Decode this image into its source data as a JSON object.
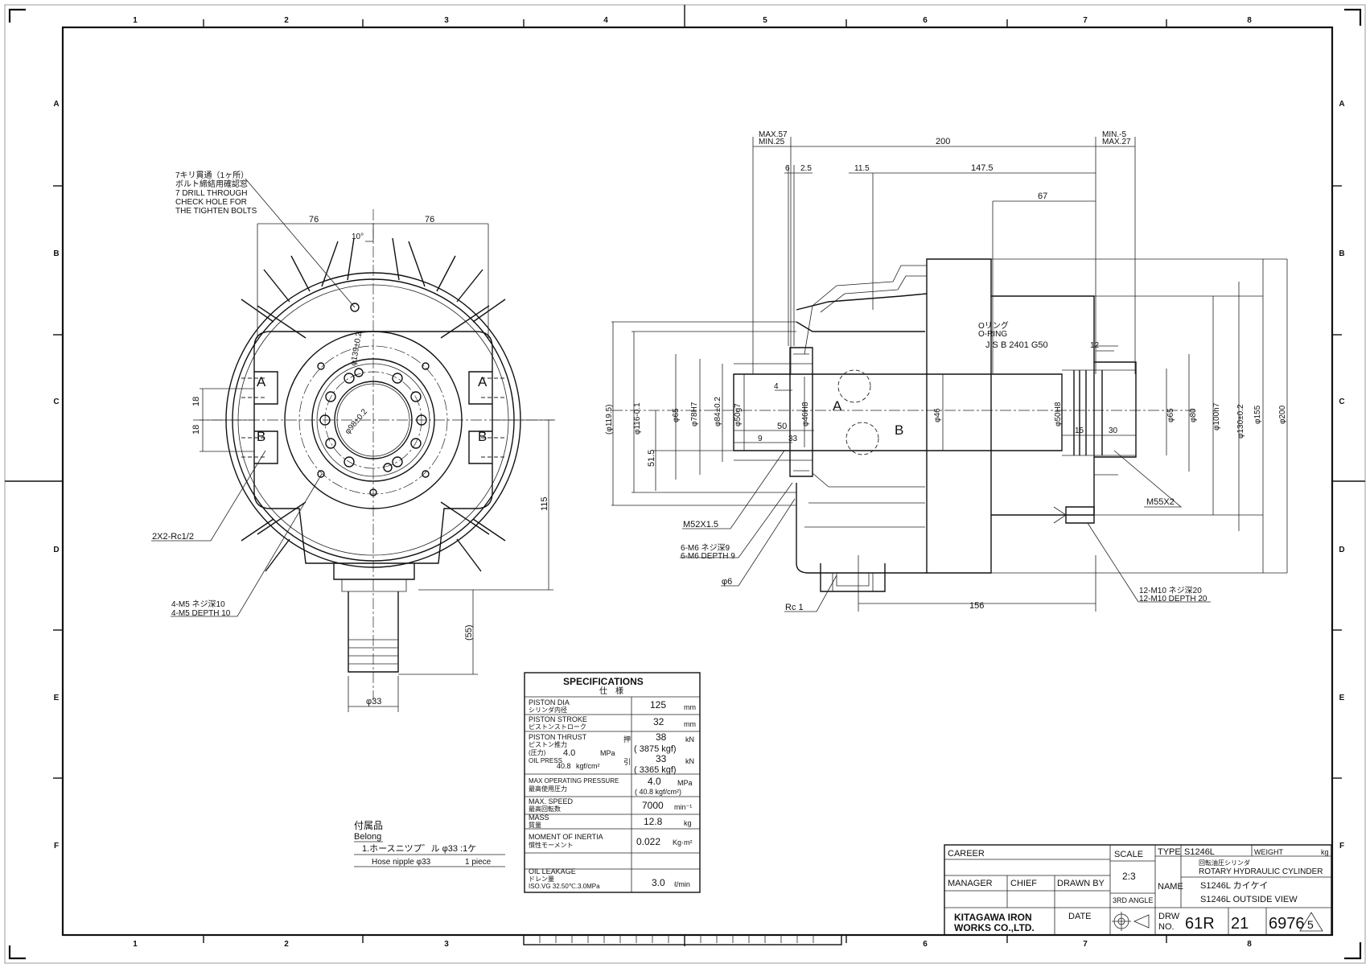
{
  "border": {
    "columns": [
      "1",
      "2",
      "3",
      "4",
      "5",
      "6",
      "7",
      "8"
    ],
    "rows": [
      "A",
      "B",
      "C",
      "D",
      "E",
      "F"
    ]
  },
  "front_view": {
    "check_hole_note": [
      "7キリ貫通（1ヶ所）",
      "ボルト締結用確認窓",
      "7 DRILL THROUGH",
      "CHECK HOLE FOR",
      "THE TIGHTEN BOLTS"
    ],
    "dim_76_left": "76",
    "dim_76_right": "76",
    "angle": "10°",
    "bolt_circle": "φ139±0.2",
    "bore": "φ98±0.2",
    "port_a": "A",
    "port_b": "B",
    "dim_18_top": "18",
    "dim_18_bottom": "18",
    "dim_115": "115",
    "dim_55": "(55)",
    "dim_33": "φ33",
    "port_note": "2X2-Rc1/2",
    "m5_note_jp": "4-M5 ネジ深10",
    "m5_note_en": "4-M5 DEPTH 10"
  },
  "side_view": {
    "max57": "MAX.57",
    "min25": "MIN.25",
    "dim_200": "200",
    "min_neg5": "MIN.-5",
    "max27": "MAX.27",
    "dim_6": "6",
    "dim_2_5": "2.5",
    "dim_11_5": "11.5",
    "dim_147_5": "147.5",
    "dim_67": "67",
    "oring_jp": "Oリング",
    "oring_en": "O-RING",
    "oring_spec": "JIS B 2401 G50",
    "dim_12": "12",
    "dim_4": "4",
    "dim_50": "50",
    "dim_9": "9",
    "dim_33": "33",
    "dim_15": "15",
    "dim_30": "30",
    "dim_51_5": "51.5",
    "dia_119_5": "(φ119.5)",
    "dia_116": "φ116-0.1",
    "dia_65_left": "φ65",
    "dia_78": "φ78H7",
    "dia_84": "φ84±0.2",
    "dia_50g7": "φ50g7",
    "dia_46h8": "φ46H8",
    "dia_46": "φ46",
    "dia_50h8": "φ50H8",
    "dia_65_right": "φ65",
    "dia_80": "φ80",
    "dia_100": "φ100h7",
    "dia_130": "φ130±0.2",
    "dia_155": "φ155",
    "dia_200": "φ200",
    "port_a": "A",
    "port_b": "B",
    "m52": "M52X1.5",
    "m6_jp": "6-M6 ネジ深9",
    "m6_en": "6-M6 DEPTH 9",
    "dia_6": "φ6",
    "rc1": "Rc  1",
    "dim_156": "156",
    "m55": "M55X2",
    "m10_jp": "12-M10 ネジ深20",
    "m10_en": "12-M10 DEPTH 20"
  },
  "specifications": {
    "title": "SPECIFICATIONS",
    "title_jp": "仕　様",
    "rows": [
      {
        "label": "PISTON DIA",
        "label_jp": "シリンダ内径",
        "value": "125",
        "unit": "mm"
      },
      {
        "label": "PISTON STROKE",
        "label_jp": "ピストンストローク",
        "value": "32",
        "unit": "mm"
      }
    ],
    "thrust": {
      "label": "PISTON THRUST",
      "label_jp": "ピストン推力",
      "pressure_label": "(圧力)",
      "pressure": "4.0",
      "pressure_unit": "MPa",
      "oil_label": "OIL PRESS",
      "oil_value": "40.8",
      "oil_unit": "kgf/cm²",
      "push_mark": "押",
      "pull_mark": "引",
      "push_kn": "38",
      "push_kgf": "( 3875  kgf)",
      "pull_kn": "33",
      "pull_kgf": "( 3365  kgf)",
      "kn_unit": "kN"
    },
    "max_pressure": {
      "label": "MAX OPERATING PRESSURE",
      "label_jp": "最高使用圧力",
      "value": "4.0",
      "unit": "MPa",
      "sub": "( 40.8 kgf/cm²)"
    },
    "max_speed": {
      "label": "MAX. SPEED",
      "label_jp": "最高回転数",
      "value": "7000",
      "unit": "min⁻¹"
    },
    "mass": {
      "label": "MASS",
      "label_jp": "質量",
      "value": "12.8",
      "unit": "kg"
    },
    "inertia": {
      "label": "MOMENT OF INERTIA",
      "label_jp": "慣性モーメント",
      "value": "0.022",
      "unit": "Kg·m²"
    },
    "leakage": {
      "label": "OIL LEAKAGE",
      "label_jp": "ドレン量",
      "cond": "ISO.VG 32.50℃.3.0MPa",
      "value": "3.0",
      "unit": "ℓ/min"
    }
  },
  "accessory": {
    "title": "付属品",
    "subtitle": "Belong",
    "line_jp": "1.ホースニツプ゛ル  φ33 :1ケ",
    "item_en": "Hose nipple φ33",
    "qty_en": "1 piece"
  },
  "title_block": {
    "career": "CAREER",
    "scale_label": "SCALE",
    "scale": "2:3",
    "type_label": "TYPE",
    "type": "S1246L",
    "weight_label": "WEIGHT",
    "weight_unit": "kg",
    "name_jp_top": "回転油圧シリンダ",
    "name_en_top": "ROTARY HYDRAULIC CYLINDER",
    "name_label": "NAME",
    "name_line1": "S1246L カイケイ",
    "name_line2": "S1246L OUTSIDE VIEW",
    "manager": "MANAGER",
    "chief": "CHIEF",
    "drawn_by": "DRAWN BY",
    "projection": "3RD ANGLE",
    "company1": "KITAGAWA IRON",
    "company2": "WORKS CO.,LTD.",
    "date": "DATE",
    "drw_label1": "DRW",
    "drw_label2": "NO.",
    "drw_a": "61R",
    "drw_b": "21",
    "drw_c": "6976",
    "revision": "5"
  }
}
